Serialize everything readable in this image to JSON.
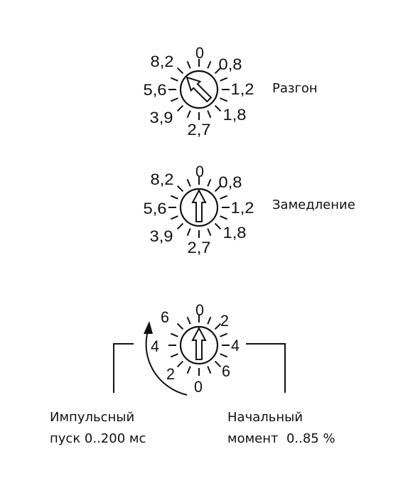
{
  "dials": [
    {
      "id": "accel",
      "label": "Разгон",
      "scale": [
        "0",
        "0,8",
        "1,2",
        "1,8",
        "2,7",
        "3,9",
        "5,6",
        "8,2"
      ],
      "pointer": "8,2"
    },
    {
      "id": "decel",
      "label": "Замедление",
      "scale": [
        "0",
        "0,8",
        "1,2",
        "1,8",
        "2,7",
        "3,9",
        "5,6",
        "8,2"
      ],
      "pointer": "0"
    },
    {
      "id": "combo",
      "scale": [
        "0",
        "2",
        "4",
        "6",
        "0",
        "2",
        "4",
        "6"
      ],
      "pointer": "0"
    }
  ],
  "bottom_labels": {
    "left_line1": "Импульсный",
    "left_line2": "пуск 0..200 мс",
    "right_line1": "Начальный",
    "right_line2": "момент  0..85 %"
  }
}
